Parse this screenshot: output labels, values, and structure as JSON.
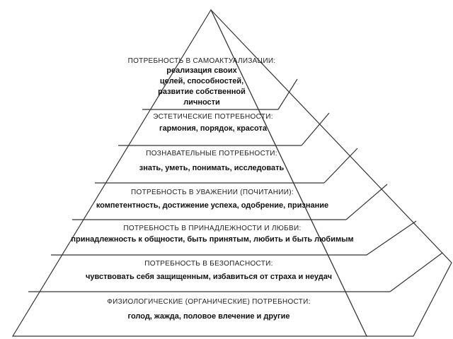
{
  "pyramid": {
    "levels": [
      {
        "heading": "ПОТРЕБНОСТЬ В САМОАКТУАЛИЗАЦИИ:",
        "description": [
          "реализация своих",
          "целей, способностей,",
          "развитие собственной",
          "личности"
        ]
      },
      {
        "heading": "ЭСТЕТИЧЕСКИЕ ПОТРЕБНОСТИ:",
        "description": [
          "гармония, порядок, красота"
        ]
      },
      {
        "heading": "ПОЗНАВАТЕЛЬНЫЕ ПОТРЕБНОСТИ:",
        "description": [
          "знать, уметь, понимать, исследовать"
        ]
      },
      {
        "heading": "ПОТРЕБНОСТЬ В УВАЖЕНИИ (ПОЧИТАНИИ):",
        "description": [
          "компетентность, достижение успеха, одобрение, признание"
        ]
      },
      {
        "heading": "ПОТРЕБНОСТЬ В ПРИНАДЛЕЖНОСТИ И ЛЮБВИ:",
        "description": [
          "принадлежность к общности, быть принятым, любить и быть любимым"
        ]
      },
      {
        "heading": "ПОТРЕБНОСТЬ В БЕЗОПАСНОСТИ:",
        "description": [
          "чувствовать себя защищенным, избавиться от страха и неудач"
        ]
      },
      {
        "heading": "ФИЗИОЛОГИЧЕСКИЕ (ОРГАНИЧЕСКИЕ) ПОТРЕБНОСТИ:",
        "description": [
          "голод, жажда, половое влечение и другие"
        ]
      }
    ]
  }
}
